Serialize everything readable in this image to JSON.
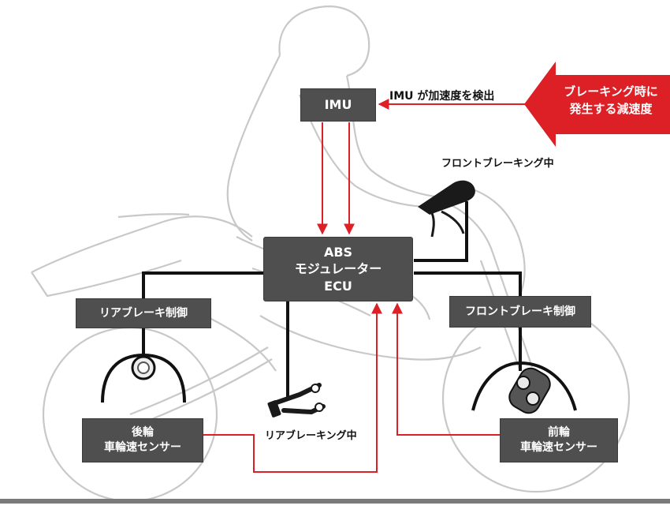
{
  "imu": {
    "label": "IMU"
  },
  "imu_detect_label": "IMU が加速度を検出",
  "callout": {
    "line1": "ブレーキング時に",
    "line2": "発生する減速度"
  },
  "front_braking_label": "フロントブレーキング中",
  "rear_braking_label": "リアブレーキング中",
  "abs": {
    "line1": "ABS",
    "line2": "モジュレーター",
    "line3": "ECU"
  },
  "rear_brake_control": "リアブレーキ制御",
  "front_brake_control": "フロントブレーキ制御",
  "rear_sensor": {
    "line1": "後輪",
    "line2": "車輪速センサー"
  },
  "front_sensor": {
    "line1": "前輪",
    "line2": "車輪速センサー"
  },
  "colors": {
    "signal": "#dd1f26",
    "box": "#4f4f4f",
    "wire": "#111111",
    "outline": "#c8c8c8",
    "ground": "#7a7a7a"
  }
}
